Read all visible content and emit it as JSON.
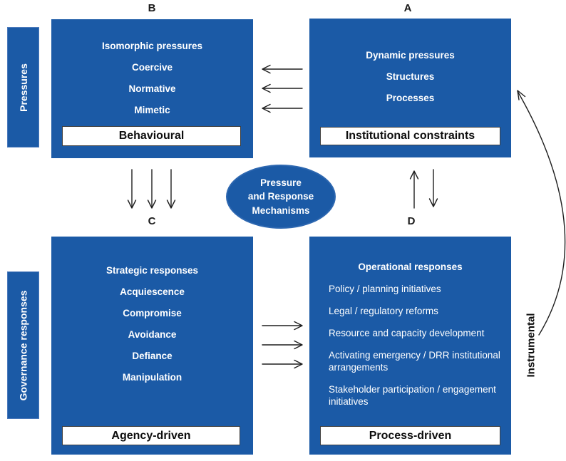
{
  "diagram": {
    "corner_labels": {
      "a": "A",
      "b": "B",
      "c": "C",
      "d": "D"
    },
    "side_labels": {
      "pressures": "Pressures",
      "governance": "Governance responses",
      "instrumental": "Instrumental"
    },
    "ellipse": {
      "line1": "Pressure",
      "line2": "and Response",
      "line3": "Mechanisms"
    },
    "box_b": {
      "title": "Isomorphic pressures",
      "items": [
        "Coercive",
        "Normative",
        "Mimetic"
      ],
      "band": "Behavioural"
    },
    "box_a": {
      "title": "Dynamic pressures",
      "items": [
        "Structures",
        "Processes"
      ],
      "band": "Institutional constraints"
    },
    "box_c": {
      "title": "Strategic responses",
      "items": [
        "Acquiescence",
        "Compromise",
        "Avoidance",
        "Defiance",
        "Manipulation"
      ],
      "band": "Agency-driven"
    },
    "box_d": {
      "title": "Operational responses",
      "items": [
        "Policy / planning initiatives",
        "Legal / regulatory reforms",
        "Resource and capacity development",
        "Activating emergency / DRR institutional arrangements",
        "Stakeholder participation / engagement initiatives"
      ],
      "band": "Process-driven"
    },
    "colors": {
      "primary_blue": "#1b5aa6",
      "ellipse_border_blue": "#2d67b0",
      "band_border": "#3f3f3f",
      "arrow_black": "#1f1f1f",
      "text_white": "#ffffff"
    }
  }
}
